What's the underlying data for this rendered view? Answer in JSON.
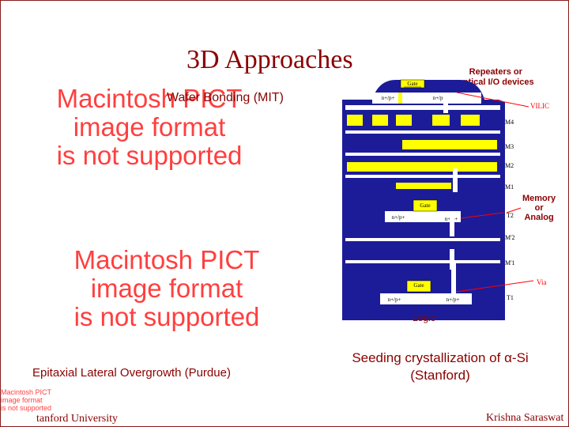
{
  "title": "3D Approaches",
  "placeholder_text": "Macintosh PICT image format is not supported",
  "placeholder_lines": [
    "Macintosh PICT",
    "image format",
    "is not supported"
  ],
  "small_placeholder_lines": [
    "Macintosh PICT",
    "image format",
    "is not supported"
  ],
  "labels": {
    "wafer_bonding": "Wafer Bonding (MIT)",
    "epitaxial": "Epitaxial Lateral Overgrowth (Purdue)",
    "seeding_line1": "Seeding crystallization of α-Si",
    "seeding_line2": "(Stanford)",
    "repeaters_line1": "Repeaters or",
    "repeaters_line2": "optical I/O devices",
    "memory_line1": "Memory",
    "memory_line2": "or",
    "memory_line3": "Analog",
    "vilic": "VILIC",
    "via": "Via",
    "logic": "Logic"
  },
  "diagram": {
    "metal_layers": [
      "M4",
      "M3",
      "M2",
      "M1",
      "M'2",
      "M'1"
    ],
    "transistors": [
      "T2",
      "T1"
    ],
    "gate_label": "Gate",
    "diffusion_label": "n+/p+"
  },
  "footer": {
    "left": "tanford University",
    "right": "Krishna Saraswat"
  },
  "colors": {
    "title": "#8b0000",
    "placeholder": "#ff3f3f",
    "diagram_fill": "#ffff00",
    "diagram_background": "#1c1c99",
    "arrow": "#ff0000"
  }
}
